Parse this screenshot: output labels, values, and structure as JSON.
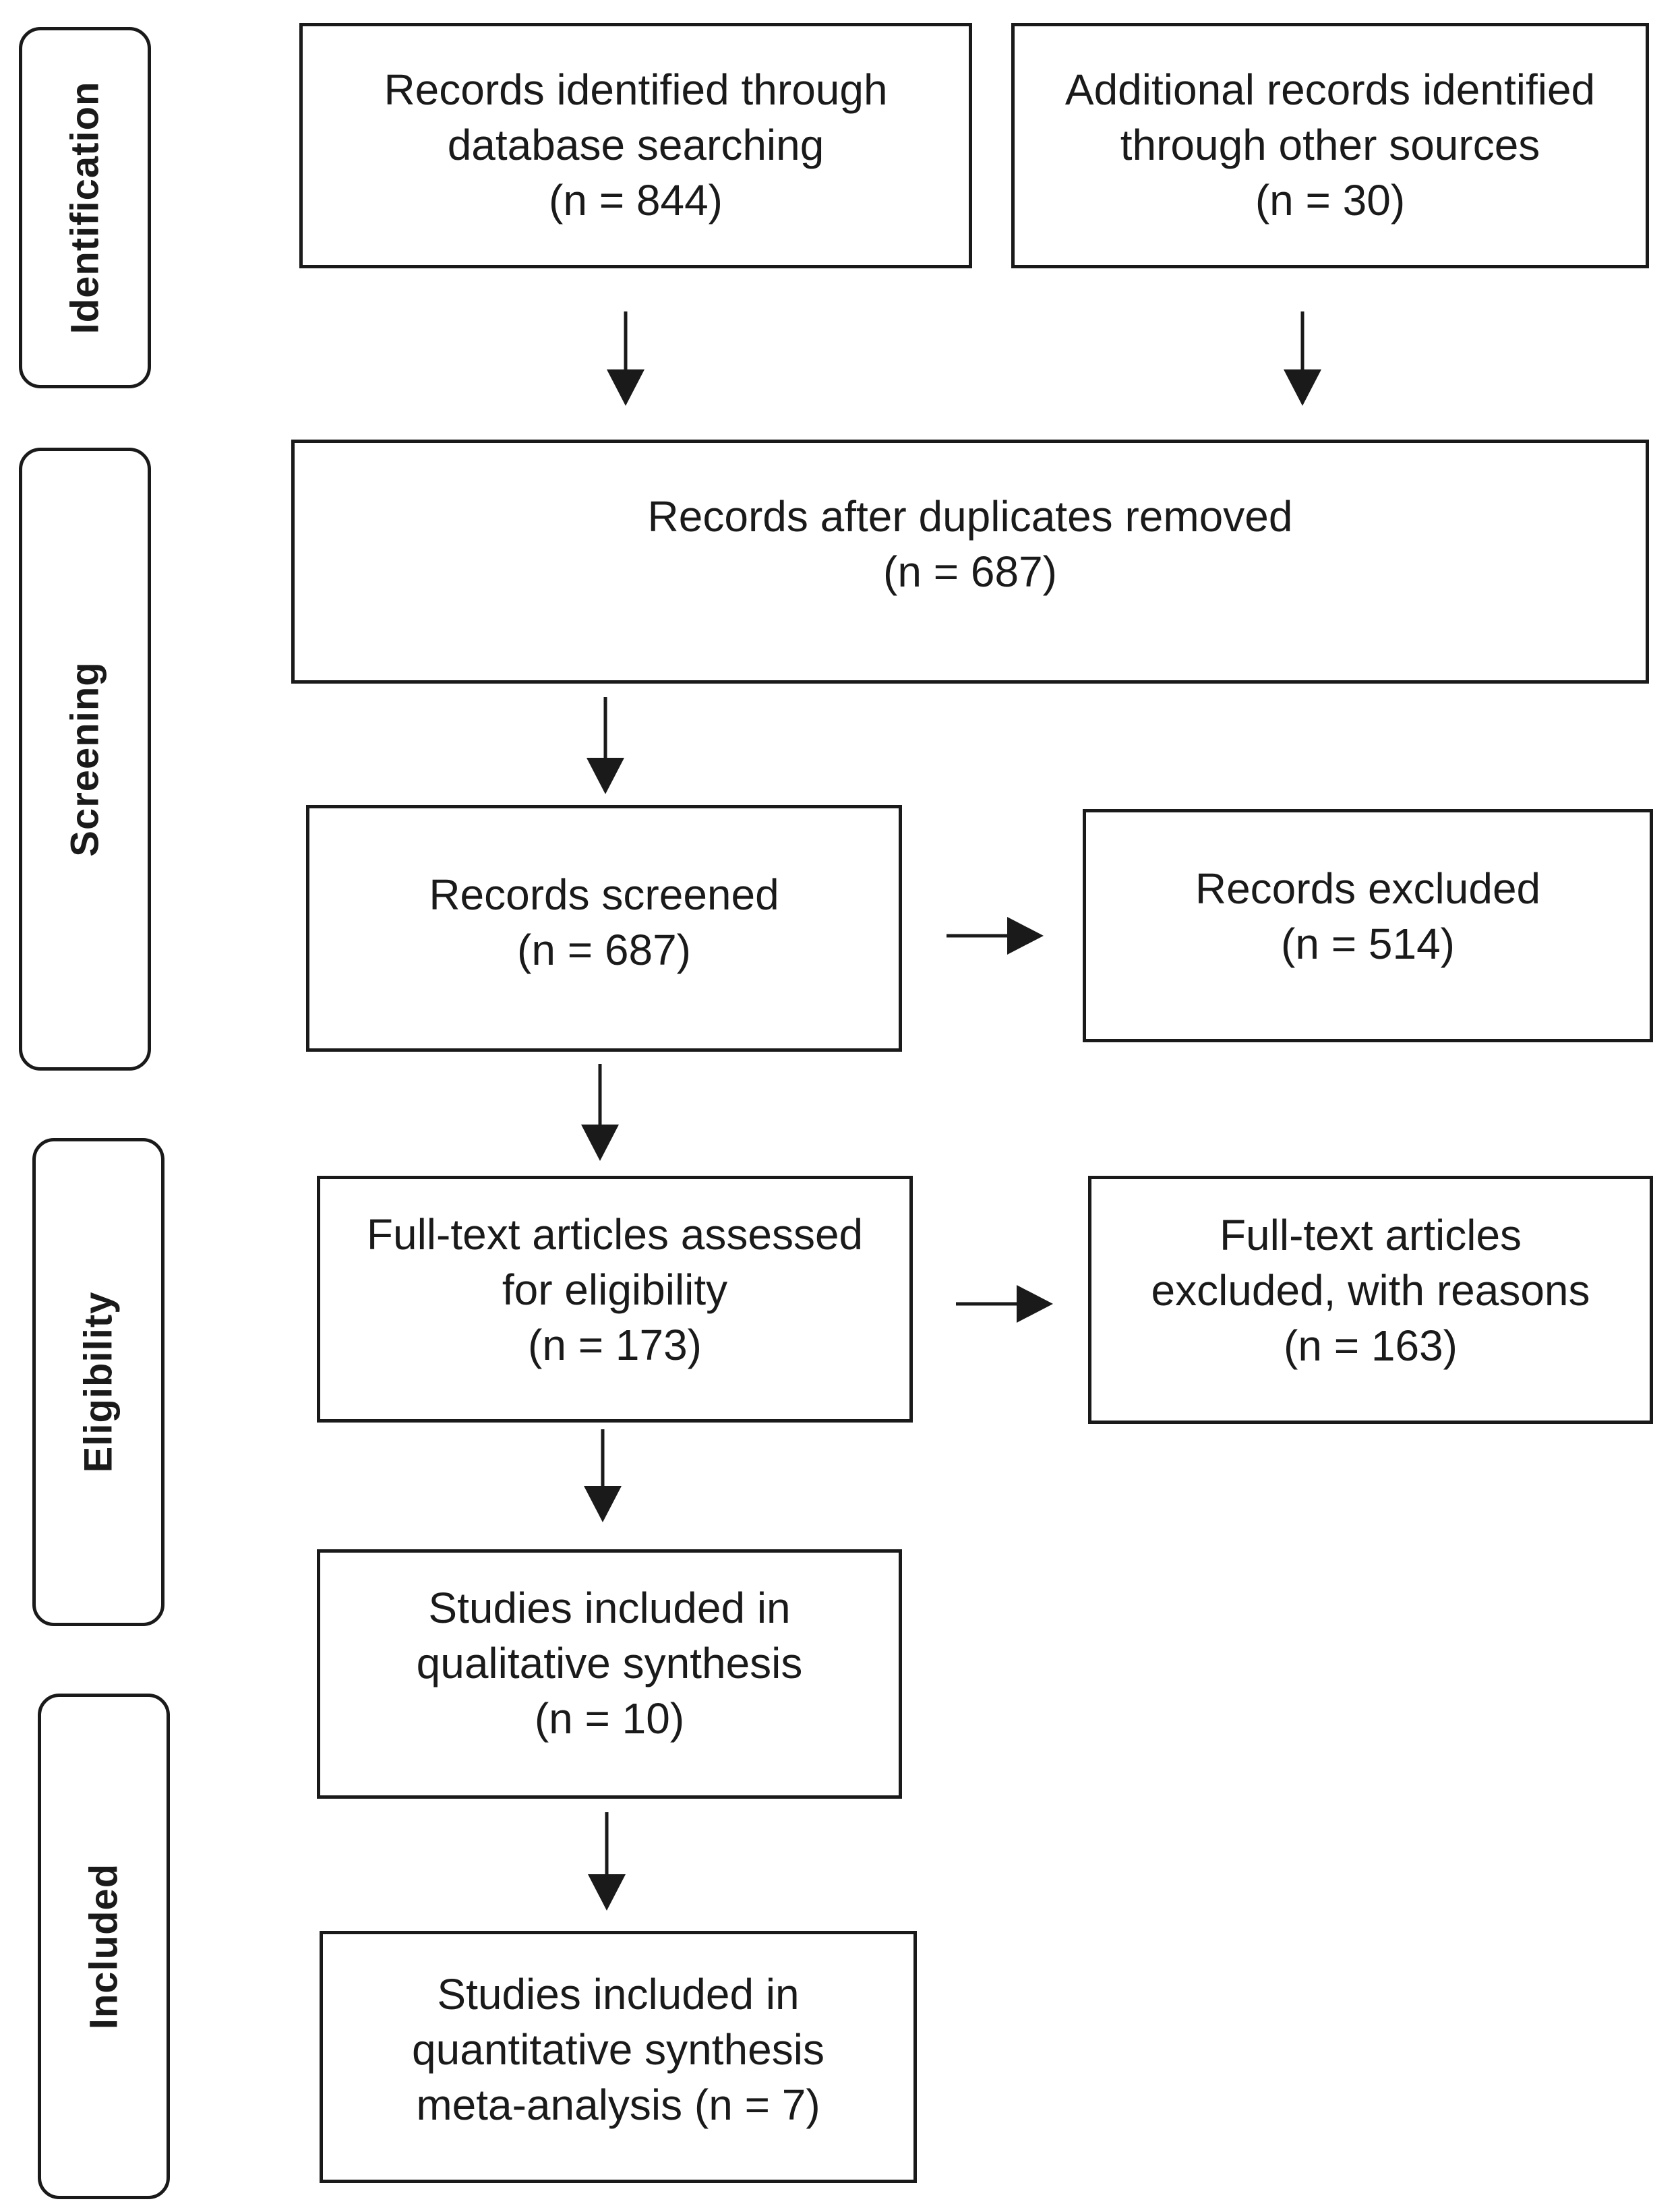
{
  "stages": {
    "identification": "Identification",
    "screening": "Screening",
    "eligibility": "Eligibility",
    "included": "Included"
  },
  "boxes": {
    "database_search": [
      "Records identified through",
      "database searching",
      "(n = 844)"
    ],
    "other_sources": [
      "Additional records identified",
      "through other sources",
      "(n = 30)"
    ],
    "duplicates_removed": [
      "Records after duplicates removed",
      "(n = 687)"
    ],
    "screened": [
      "Records screened",
      "(n = 687)"
    ],
    "excluded": [
      "Records excluded",
      "(n = 514)"
    ],
    "fulltext_assessed": [
      "Full-text articles assessed",
      "for eligibility",
      "(n = 173)"
    ],
    "fulltext_excluded": [
      "Full-text articles",
      "excluded, with reasons",
      "(n = 163)"
    ],
    "qualitative": [
      "Studies included in",
      "qualitative synthesis",
      "(n = 10)"
    ],
    "quantitative": [
      "Studies included in",
      "quantitative synthesis",
      "meta-analysis (n = 7)"
    ]
  }
}
